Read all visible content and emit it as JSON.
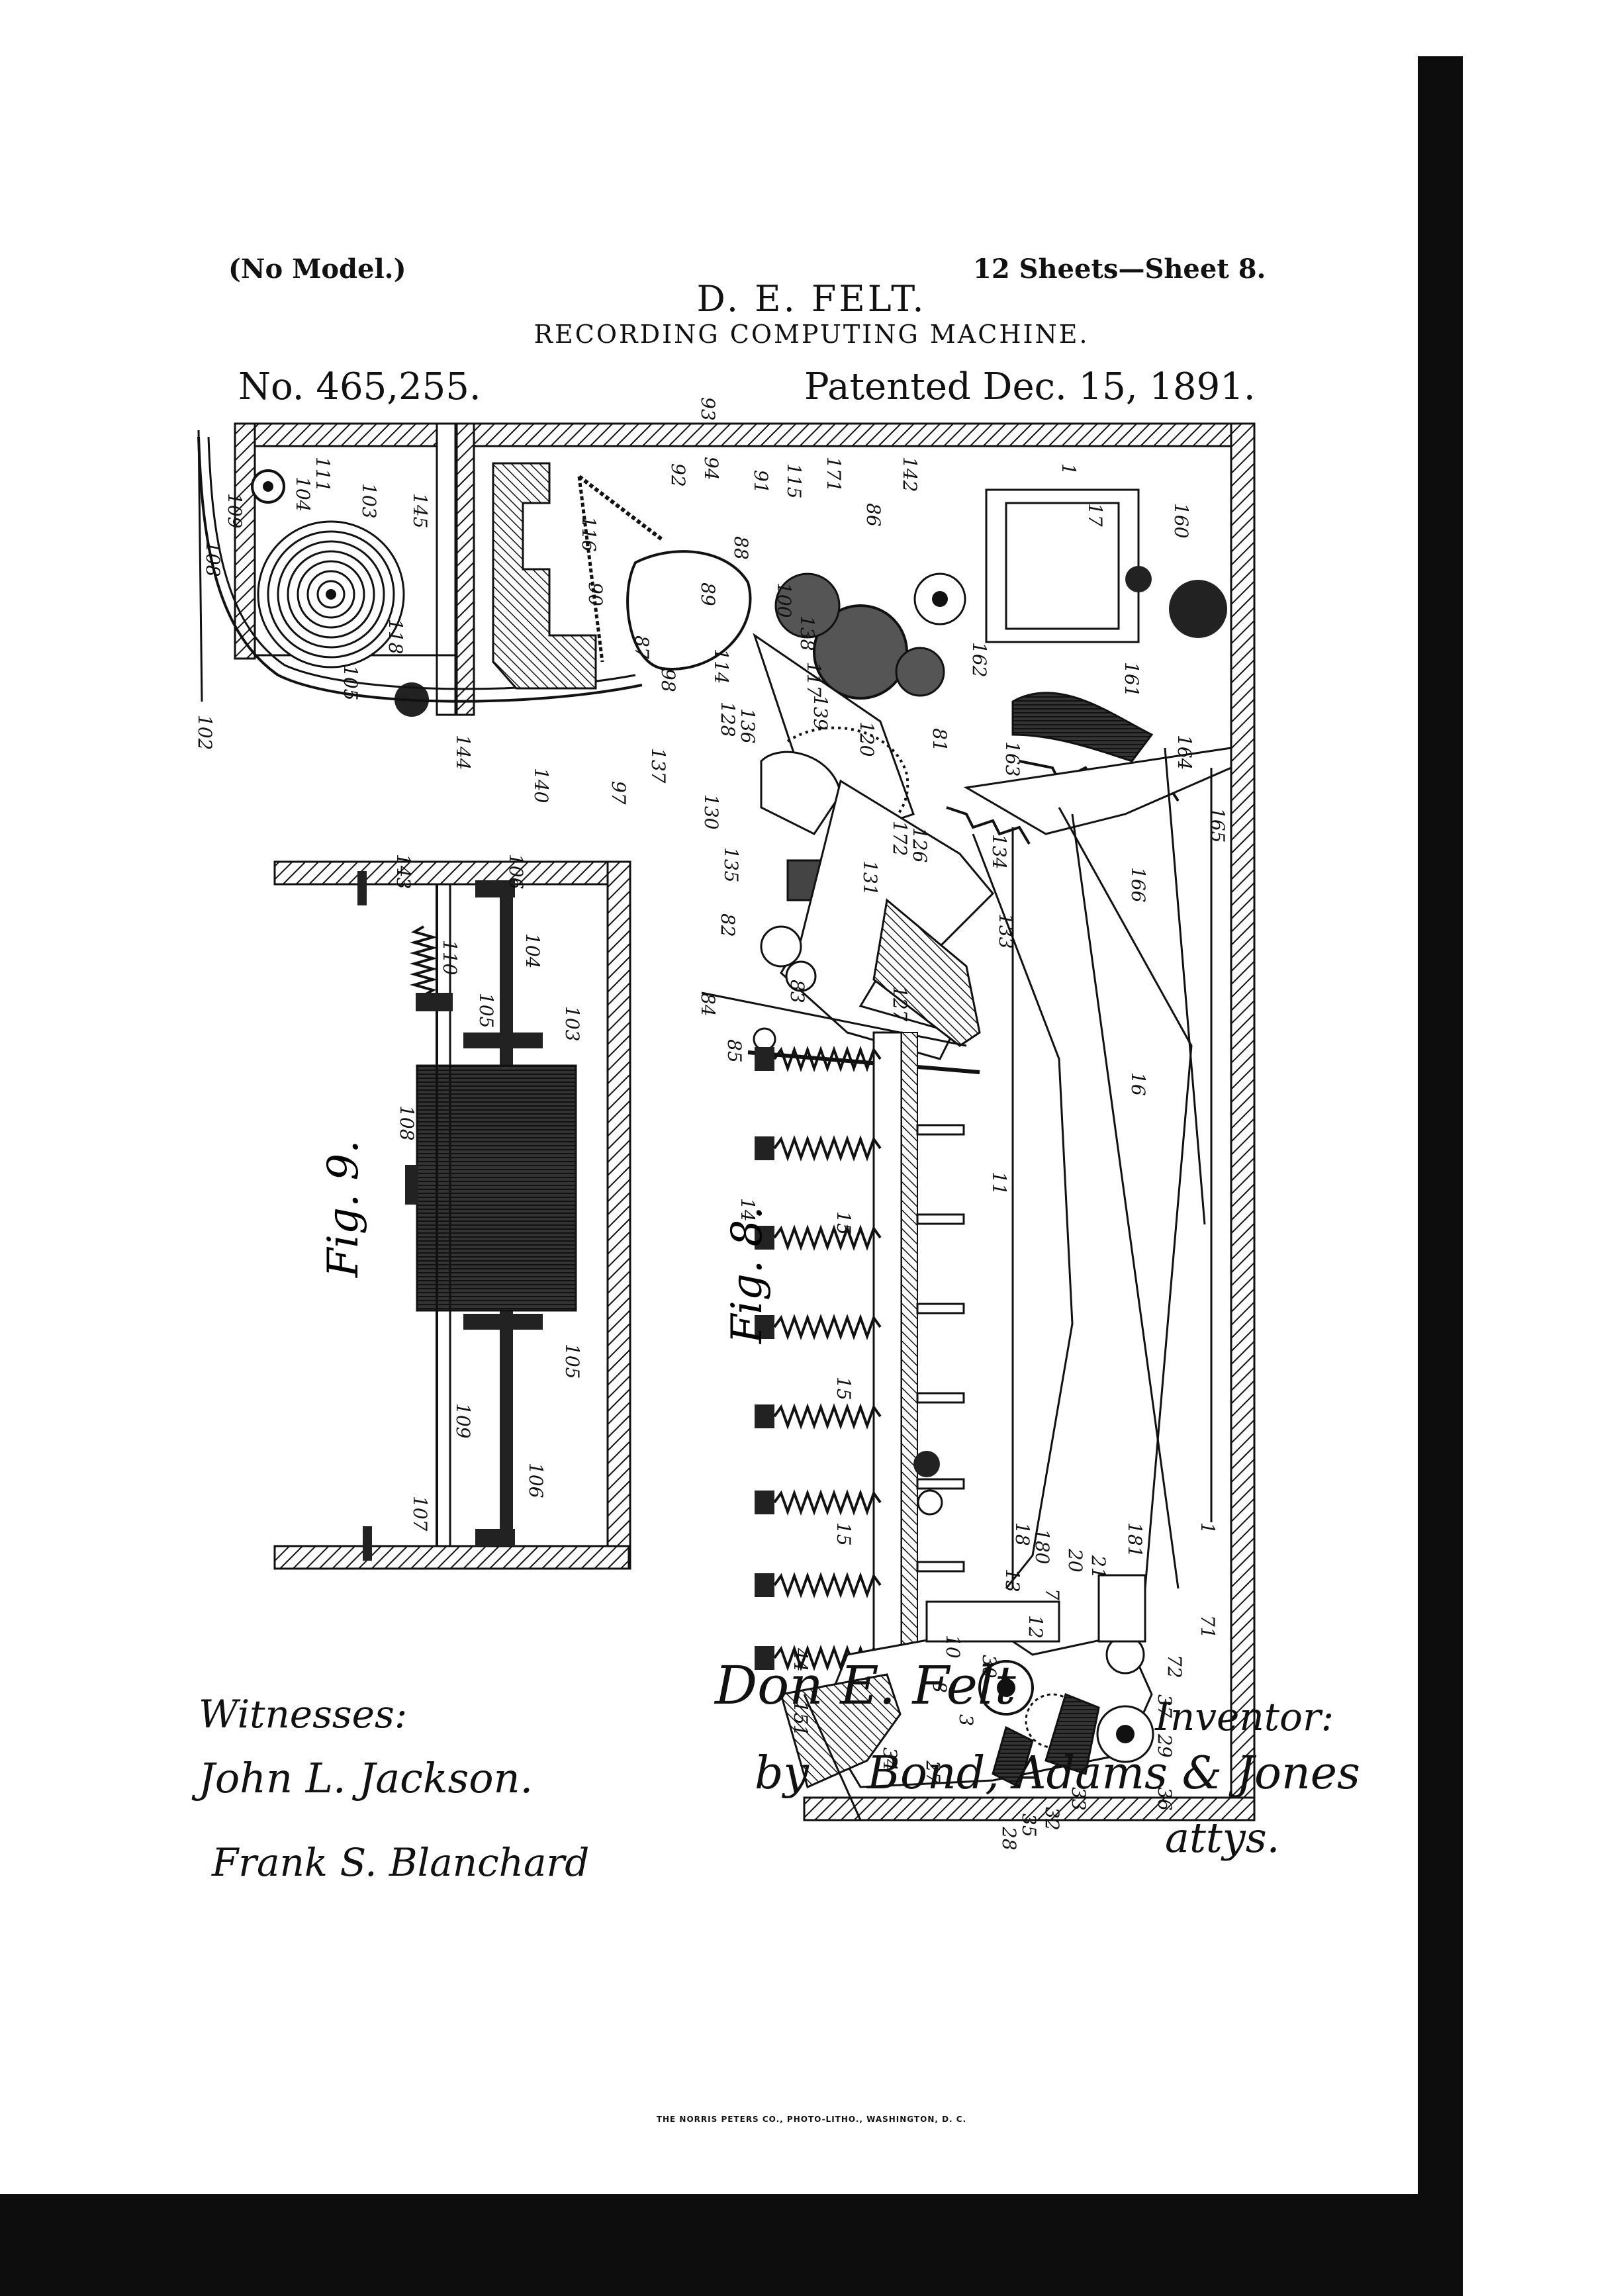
{
  "header": {
    "no_model": "(No Model.)",
    "sheets": "12 Sheets—Sheet 8.",
    "inventor": "D. E. FELT.",
    "title": "RECORDING COMPUTING MACHINE.",
    "patent_no": "No. 465,255.",
    "patent_date": "Patented Dec. 15, 1891."
  },
  "figures": {
    "fig8": "Fig. 8.",
    "fig9": "Fig. 9."
  },
  "reference_numerals": {
    "fig8_top": [
      "109",
      "104",
      "111",
      "103",
      "145",
      "108",
      "105",
      "118",
      "102",
      "144",
      "140",
      "97",
      "137",
      "92",
      "94",
      "93",
      "91",
      "115",
      "171",
      "86",
      "142",
      "1",
      "17",
      "160",
      "116",
      "90",
      "117",
      "88",
      "89",
      "87",
      "98",
      "114",
      "100",
      "138",
      "161",
      "162",
      "163",
      "164",
      "165",
      "166",
      "128",
      "136",
      "139",
      "120",
      "81",
      "130",
      "135",
      "131",
      "126",
      "134",
      "172",
      "82",
      "84",
      "85",
      "83",
      "127",
      "133",
      "11",
      "16"
    ],
    "fig8_bottom": [
      "14",
      "15",
      "15",
      "15",
      "18",
      "180",
      "20",
      "21",
      "181",
      "1",
      "7",
      "13",
      "12",
      "71",
      "72",
      "37",
      "29",
      "36",
      "33",
      "32",
      "35",
      "28",
      "27",
      "34",
      "3",
      "8",
      "10",
      "30",
      "151",
      "44"
    ],
    "fig9": [
      "143",
      "106",
      "110",
      "104",
      "105",
      "103",
      "108",
      "105",
      "109",
      "107",
      "106"
    ]
  },
  "signatures": {
    "witnesses_label": "Witnesses:",
    "witness_1": "John L. Jackson.",
    "witness_2": "Frank S. Blanchard",
    "inventor_signature": "Don E. Felt",
    "inventor_label": "Inventor:",
    "by": "by",
    "attorneys_signature": "Bond, Adams & Jones",
    "attorneys_label": "attys."
  },
  "footer": {
    "printer": "THE NORRIS PETERS CO., PHOTO-LITHO., WASHINGTON, D. C."
  }
}
